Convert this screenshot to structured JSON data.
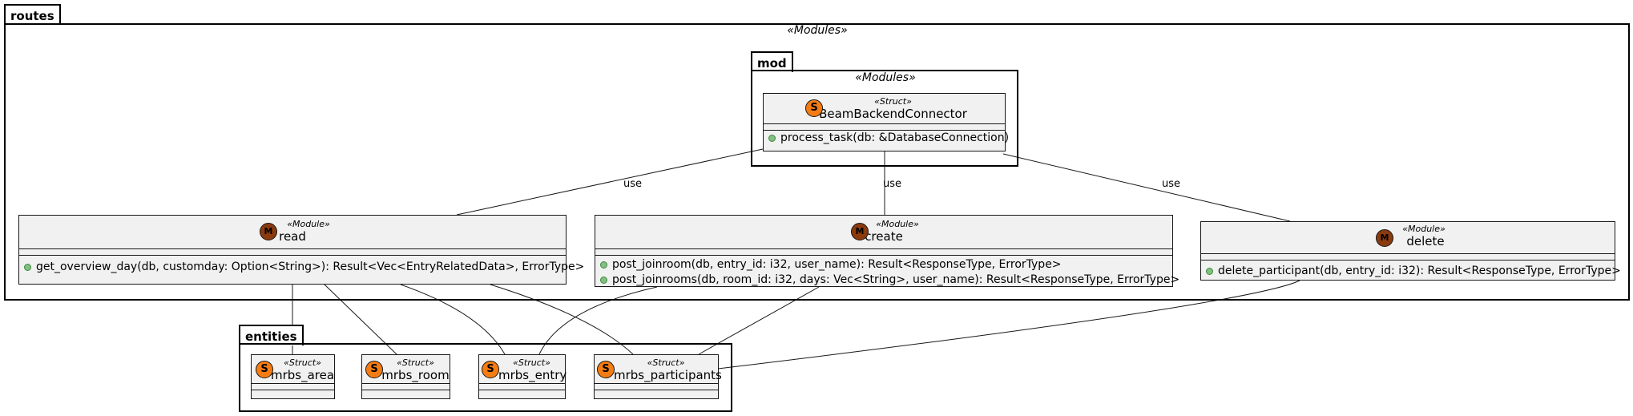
{
  "routes": {
    "name": "routes",
    "stereotype": "«Modules»",
    "mod": {
      "name": "mod",
      "stereotype": "«Modules»",
      "connector": {
        "stereotype": "«Struct»",
        "badge": "S",
        "name": "BeamBackendConnector",
        "method": "process_task(db: &DatabaseConnection)"
      }
    },
    "read": {
      "stereotype": "«Module»",
      "badge": "M",
      "name": "read",
      "method": "get_overview_day(db, customday: Option<String>): Result<Vec<EntryRelatedData>, ErrorType>"
    },
    "create": {
      "stereotype": "«Module»",
      "badge": "M",
      "name": "create",
      "methods": [
        "post_joinroom(db, entry_id: i32, user_name): Result<ResponseType, ErrorType>",
        "post_joinrooms(db, room_id: i32, days: Vec<String>, user_name): Result<ResponseType, ErrorType>"
      ]
    },
    "delete": {
      "stereotype": "«Module»",
      "badge": "M",
      "name": "delete",
      "method": "delete_participant(db, entry_id: i32): Result<ResponseType, ErrorType>"
    }
  },
  "entities": {
    "name": "entities",
    "items": [
      {
        "stereotype": "«Struct»",
        "badge": "S",
        "name": "mrbs_area"
      },
      {
        "stereotype": "«Struct»",
        "badge": "S",
        "name": "mrbs_room"
      },
      {
        "stereotype": "«Struct»",
        "badge": "S",
        "name": "mrbs_entry"
      },
      {
        "stereotype": "«Struct»",
        "badge": "S",
        "name": "mrbs_participants"
      }
    ]
  },
  "edge_labels": {
    "use_read": "use",
    "use_create": "use",
    "use_delete": "use"
  }
}
